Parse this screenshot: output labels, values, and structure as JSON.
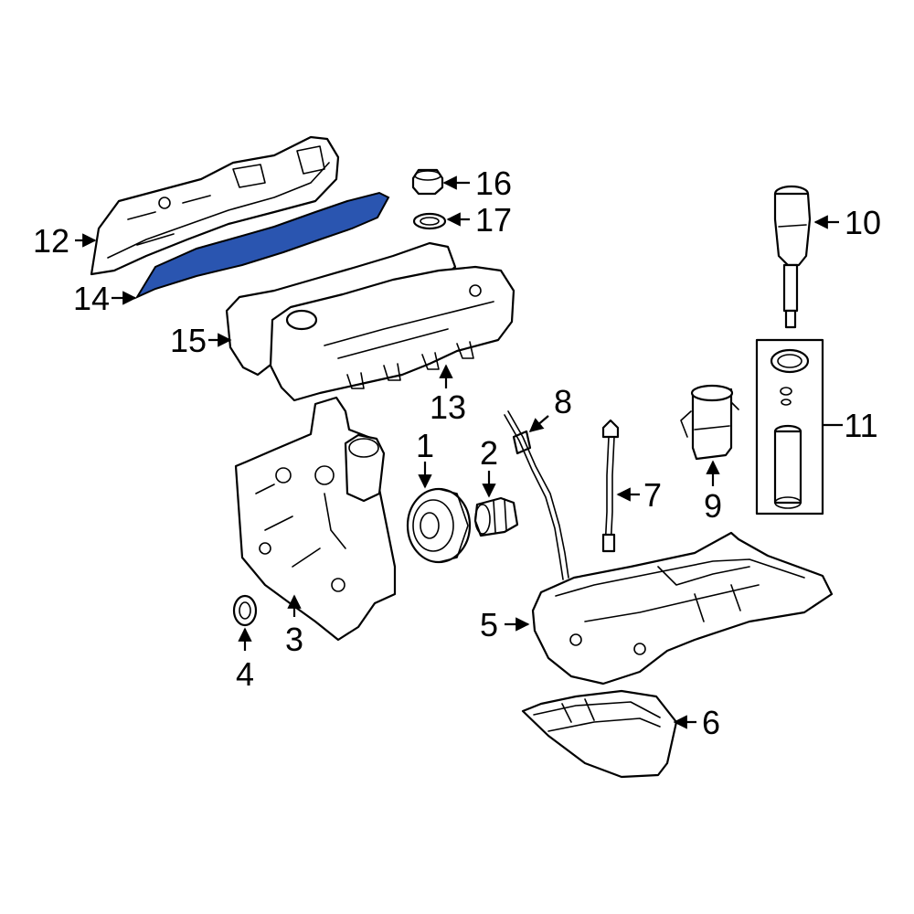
{
  "diagram": {
    "highlight_color": "#2a55b0",
    "highlighted_part": "14",
    "callouts": [
      {
        "id": "1",
        "label": "1"
      },
      {
        "id": "2",
        "label": "2"
      },
      {
        "id": "3",
        "label": "3"
      },
      {
        "id": "4",
        "label": "4"
      },
      {
        "id": "5",
        "label": "5"
      },
      {
        "id": "6",
        "label": "6"
      },
      {
        "id": "7",
        "label": "7"
      },
      {
        "id": "8",
        "label": "8"
      },
      {
        "id": "9",
        "label": "9"
      },
      {
        "id": "10",
        "label": "10"
      },
      {
        "id": "11",
        "label": "11"
      },
      {
        "id": "12",
        "label": "12"
      },
      {
        "id": "13",
        "label": "13"
      },
      {
        "id": "14",
        "label": "14"
      },
      {
        "id": "15",
        "label": "15"
      },
      {
        "id": "16",
        "label": "16"
      },
      {
        "id": "17",
        "label": "17"
      }
    ]
  }
}
